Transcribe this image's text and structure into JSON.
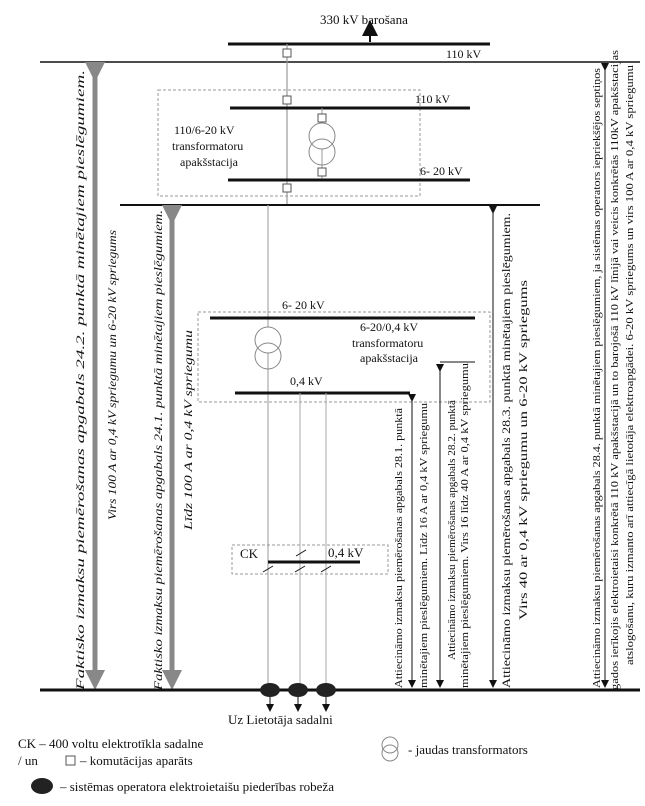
{
  "top": {
    "supply": "330  kV barošana",
    "bus_110_top": "110 kV"
  },
  "sub1": {
    "bus_110": "110 kV",
    "name_l1": "110/6-20 kV",
    "name_l2": "transformatoru",
    "name_l3": "apakšstacija",
    "bus_6_20": "6-  20 kV"
  },
  "sub2": {
    "bus_6_20": "6-  20 kV",
    "name_l1": "6-20/0,4 kV",
    "name_l2": "transformatoru",
    "name_l3": "apakšstacija",
    "bus_04": "0,4 kV"
  },
  "ck": {
    "label": "CK",
    "bus": "0,4 kV"
  },
  "bottom": {
    "label": "Uz Lietotāja sadalni"
  },
  "arrows": {
    "a242_l1": "Faktisko izmaksu piemērošanas apgabals 24.2. punktā minētajiem pieslēgumiem.",
    "a242_l2": "Virs 100 A ar 0,4 kV spriegumu un 6-20 kV spriegums",
    "a241_l1": "Faktisko izmaksu piemērošanas apgabals 24.1. punktā minētajiem pieslēgumiem.",
    "a241_l2": "Līdz 100 A ar 0,4 kV spriegumu",
    "a281_l1": "Attiecināmo izmaksu piemērošanas apgabals 28.1. punktā",
    "a281_l2": "minētajiem pieslēgumiem. Līdz 16 A ar 0,4 kV spriegumu",
    "a282_l1": "Attiecināmo izmaksu piemērošanas apgabals 28.2. punktā",
    "a282_l2": "minētajiem pieslēgumiem. Virs 16 līdz 40 A ar 0,4 kV spriegumu",
    "a283_l1": "Attiecināmo izmaksu piemērošanas apgabals 28.3. punktā minētajiem pieslēgumiem.",
    "a283_l2": "Virs 40 ar 0,4 kV spriegumu un 6-20 kV spriegums",
    "a284_l1": "Attiecināmo izmaksu piemērošanas apgabals 28.4. punktā minētajiem pieslēgumiem, ja sistēmas operators iepriekšējos septiņos",
    "a284_l2": "gados ierīkojis elektroietaisi konkrētā 110 kV apakšstacijā un to barojošā 110 kV līnijā vai veicis konkrētās 110kV apakšstacijas",
    "a284_l3": "atslogošanu, kuru izmanto arī attiecīgā lietotāja elektroapgādei. 6-20 kV spriegums un virs 100 A ar 0,4 kV spriegumu"
  },
  "legend": {
    "ck": "CK – 400 voltu elektrotīkla sadalne",
    "switch_prefix": "/  un",
    "switch": "– komutācijas aparāts",
    "transformer": "- jaudas transformators",
    "boundary": "– sistēmas operatora elektroietaišu piederības robeža"
  }
}
